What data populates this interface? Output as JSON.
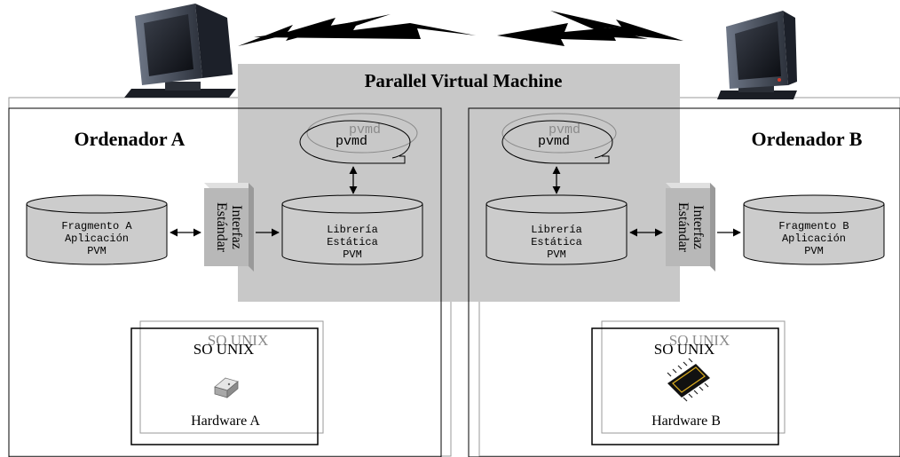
{
  "title": "Parallel Virtual Machine",
  "computer_a": {
    "label": "Ordenador A",
    "daemon_shadow": "pvmd",
    "daemon": "pvmd",
    "library": {
      "line1": "Librería",
      "line2": "Estática",
      "line3": "PVM"
    },
    "interface": {
      "line1": "Interfaz",
      "line2": "Estándar"
    },
    "fragment": {
      "line1": "Fragmento A",
      "line2": "Aplicación",
      "line3": "PVM"
    },
    "os_shadow": "SO UNIX",
    "os": "SO UNIX",
    "hardware": "Hardware A"
  },
  "computer_b": {
    "label": "Ordenador B",
    "daemon_shadow": "pvmd",
    "daemon": "pvmd",
    "library": {
      "line1": "Librería",
      "line2": "Estática",
      "line3": "PVM"
    },
    "interface": {
      "line1": "Interfaz",
      "line2": "Estándar"
    },
    "fragment": {
      "line1": "Fragmento B",
      "line2": "Aplicación",
      "line3": "PVM"
    },
    "os_shadow": "SO UNIX",
    "os": "SO UNIX",
    "hardware": "Hardware B"
  },
  "colors": {
    "pvm_region": "#c8c8c8",
    "cylinder": "#cccccc",
    "interface_block": "#b8b8b8",
    "stroke": "#000000",
    "shadow_stroke": "#999999"
  },
  "icons": {
    "monitor_a": "computer-monitor-icon",
    "monitor_b": "computer-monitor-icon",
    "network_link": "lightning-bolt-icon",
    "chip_a": "memory-chip-icon",
    "chip_b": "microchip-icon"
  }
}
